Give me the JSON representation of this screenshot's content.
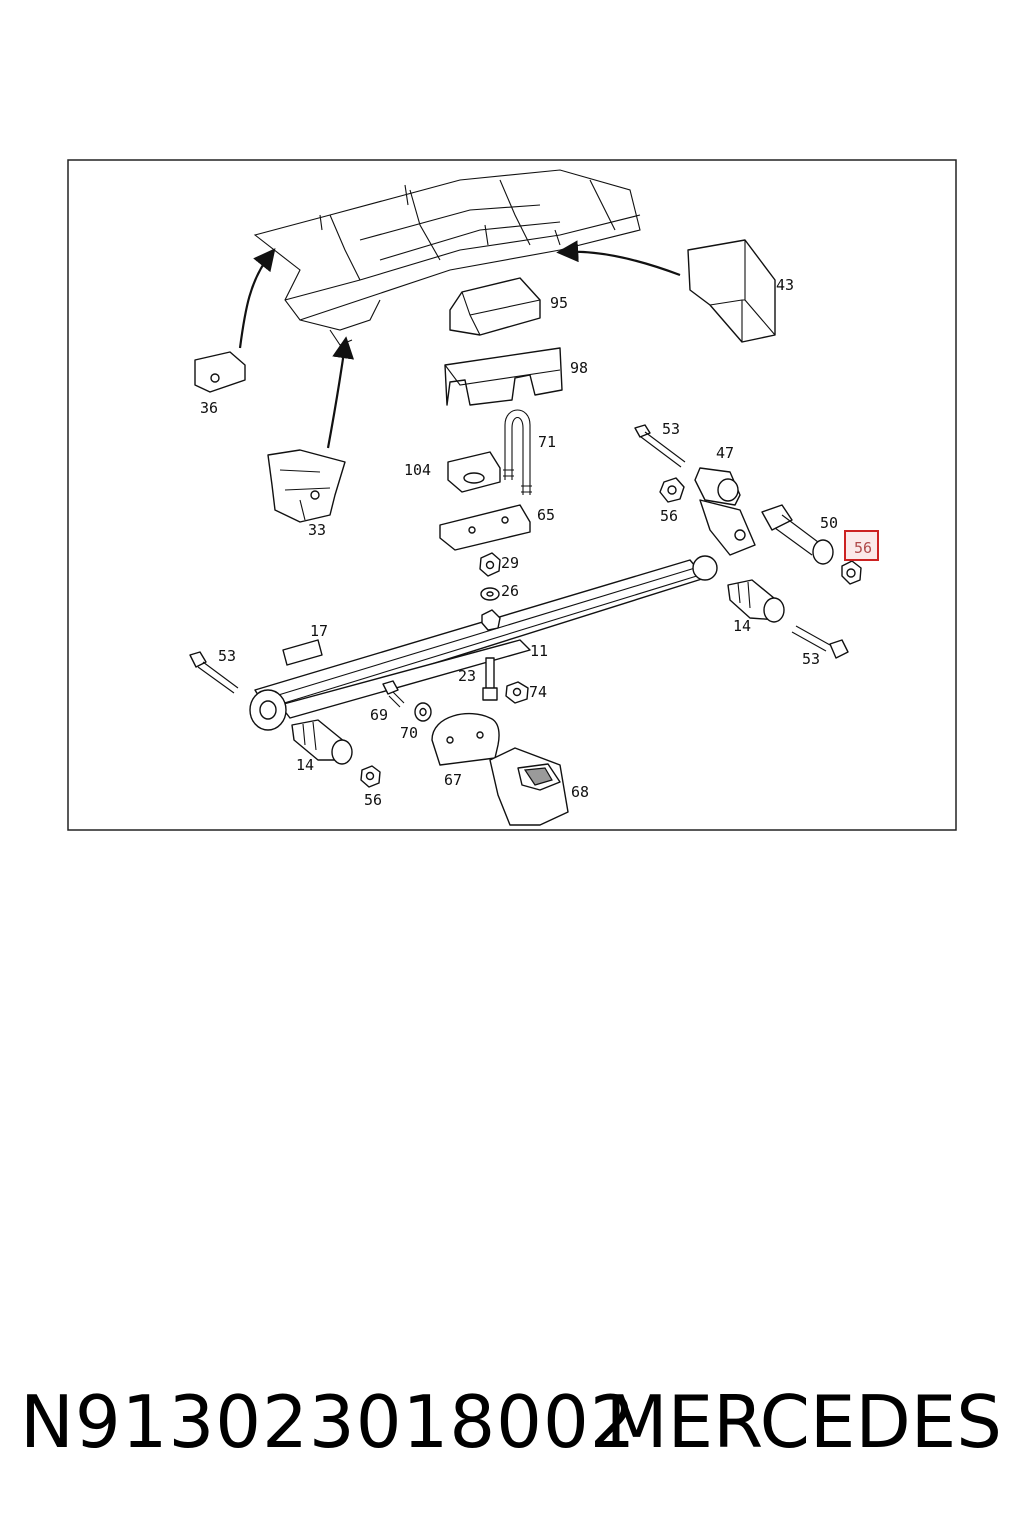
{
  "diagram": {
    "highlight_color": "#cc2222",
    "highlighted_callout": "56",
    "callouts": {
      "c95": "95",
      "c43": "43",
      "c98": "98",
      "c36": "36",
      "c71": "71",
      "c53a": "53",
      "c47": "47",
      "c104": "104",
      "c56a": "56",
      "c65": "65",
      "c50": "50",
      "c56b": "56",
      "c33": "33",
      "c29": "29",
      "c26": "26",
      "c14a": "14",
      "c17": "17",
      "c11": "11",
      "c53b": "53",
      "c53c": "53",
      "c23": "23",
      "c74": "74",
      "c69": "69",
      "c70": "70",
      "c14b": "14",
      "c67": "67",
      "c68": "68",
      "c56c": "56"
    }
  },
  "footer": {
    "part_number": "N913023018002",
    "brand": "MERCEDES"
  }
}
